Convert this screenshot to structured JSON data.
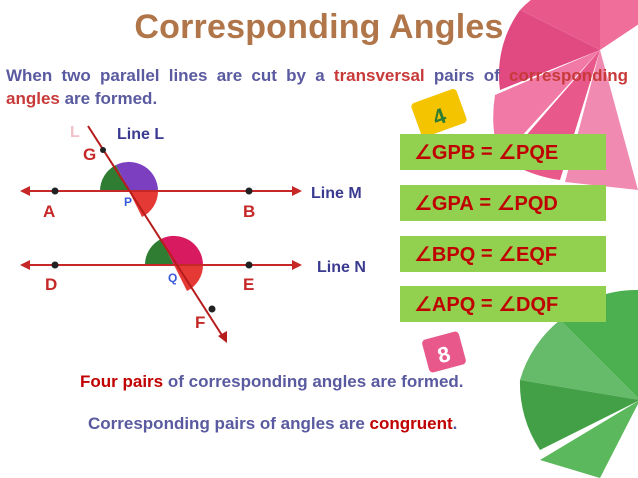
{
  "title": "Corresponding Angles",
  "intro": {
    "part1": "When two parallel lines are cut by a ",
    "transversal": "transversal",
    "part2": " pairs of ",
    "highlight": "corresponding angles",
    "part3": " are formed."
  },
  "diagram": {
    "transversal_tip_label": "L",
    "transversal_name": "Line L",
    "line_m_name": "Line M",
    "line_n_name": "Line N",
    "points": {
      "G": "G",
      "A": "A",
      "B": "B",
      "P": "P",
      "D": "D",
      "E": "E",
      "Q": "Q",
      "F": "F"
    },
    "angle_colors": {
      "upper_left": "#2e7d32",
      "upper_right": "#7b3fbf",
      "lower_left": "#d81b60",
      "lower_right": "#e53935"
    },
    "line_color": "#c62828",
    "transversal_color": "#b71c1c"
  },
  "equalities": [
    {
      "left": "∠GPB",
      "eq": " = ",
      "right": "∠PQE"
    },
    {
      "left": "∠GPA",
      "eq": " = ",
      "right": "∠PQD"
    },
    {
      "left": "∠BPQ",
      "eq": " = ",
      "right": "∠EQF"
    },
    {
      "left": "∠APQ",
      "eq": " = ",
      "right": "∠DQF"
    }
  ],
  "equality_box_color": "#92d050",
  "equality_text_color": "#c00000",
  "footer": {
    "line1_hl": "Four pairs",
    "line1_rest": " of corresponding angles are formed.",
    "line2_part1": "Corresponding pairs of angles are ",
    "line2_hl": "congruent",
    "line2_end": "."
  }
}
